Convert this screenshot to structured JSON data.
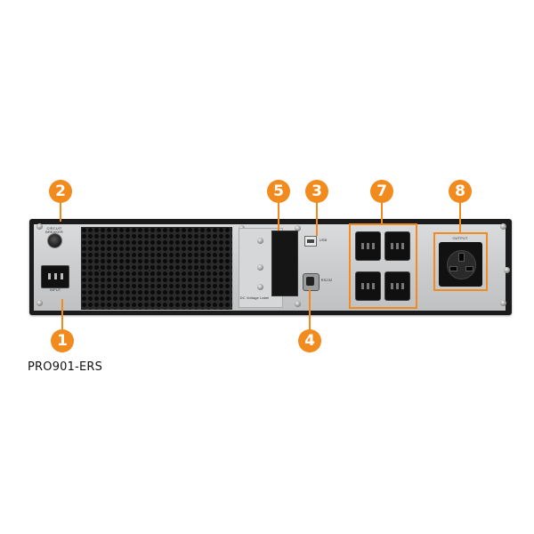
{
  "model_name": "PRO901-ERS",
  "accent_color": "#f28b1e",
  "callouts": [
    {
      "number": "1",
      "refers_to": "input-socket"
    },
    {
      "number": "2",
      "refers_to": "circuit-breaker"
    },
    {
      "number": "3",
      "refers_to": "usb-port"
    },
    {
      "number": "4",
      "refers_to": "rs232-port"
    },
    {
      "number": "5",
      "refers_to": "battery-connector-cover"
    },
    {
      "number": "7",
      "refers_to": "iec-output-sockets"
    },
    {
      "number": "8",
      "refers_to": "universal-output-socket"
    }
  ],
  "panel_labels": {
    "breaker": "CIRCUIT BREAKER",
    "input": "INPUT",
    "dc_label": "DC Voltage Label",
    "usb": "USB",
    "rs232": "RS232",
    "output": "OUTPUT"
  }
}
